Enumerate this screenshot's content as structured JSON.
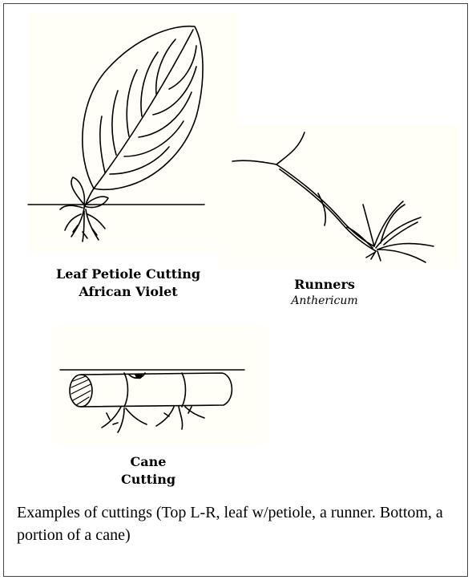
{
  "figures": {
    "leaf": {
      "line1": "Leaf Petiole Cutting",
      "line2": "African Violet"
    },
    "runner": {
      "line1": "Runners",
      "line2": "Anthericum"
    },
    "cane": {
      "line1": "Cane",
      "line2": "Cutting"
    }
  },
  "description": "Examples of cuttings (Top L-R, leaf w/petiole, a runner. Bottom, a portion of a cane)",
  "colors": {
    "background": "#ffffff",
    "ink": "#000000",
    "panel": "#fffef7"
  }
}
